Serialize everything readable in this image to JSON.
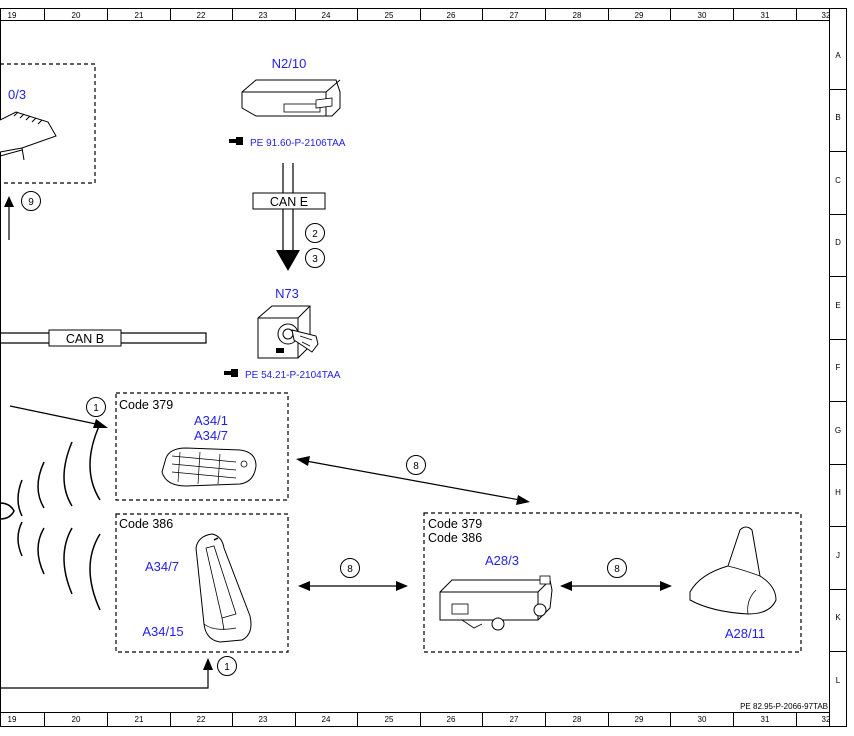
{
  "frame": {
    "columns": [
      "19",
      "20",
      "21",
      "22",
      "23",
      "24",
      "25",
      "26",
      "27",
      "28",
      "29",
      "30",
      "31",
      "32"
    ],
    "rows": [
      "A",
      "B",
      "C",
      "D",
      "E",
      "F",
      "G",
      "H",
      "J",
      "K",
      "L"
    ]
  },
  "components": {
    "n2_10": "N2/10",
    "n73": "N73",
    "a34_1": "A34/1",
    "a34_7_top": "A34/7",
    "a34_7_bottom": "A34/7",
    "a34_15": "A34/15",
    "a28_3": "A28/3",
    "a28_11": "A28/11",
    "partial_left": "0/3"
  },
  "references": {
    "n2_10_ref": "PE 91.60-P-2106TAA",
    "n73_ref": "PE 54.21-P-2104TAA"
  },
  "bus_labels": {
    "can_e": "CAN E",
    "can_b": "CAN B"
  },
  "code_labels": {
    "box1": "Code 379",
    "box2": "Code 386",
    "box3_line1": "Code 379",
    "box3_line2": "Code 386"
  },
  "callouts": {
    "c9": "9",
    "c2": "2",
    "c3": "3",
    "c1_top": "1",
    "c8_diag": "8",
    "c8_mid": "8",
    "c8_right": "8",
    "c1_bottom": "1"
  },
  "doc_id": "PE 82.95-P-2066-97TAB",
  "icons": {
    "reference_pointer": "pointing-hand-icon",
    "wave": "radio-wave-icon"
  },
  "colors": {
    "component_label": "#1f1fe6",
    "lines": "#000000"
  }
}
